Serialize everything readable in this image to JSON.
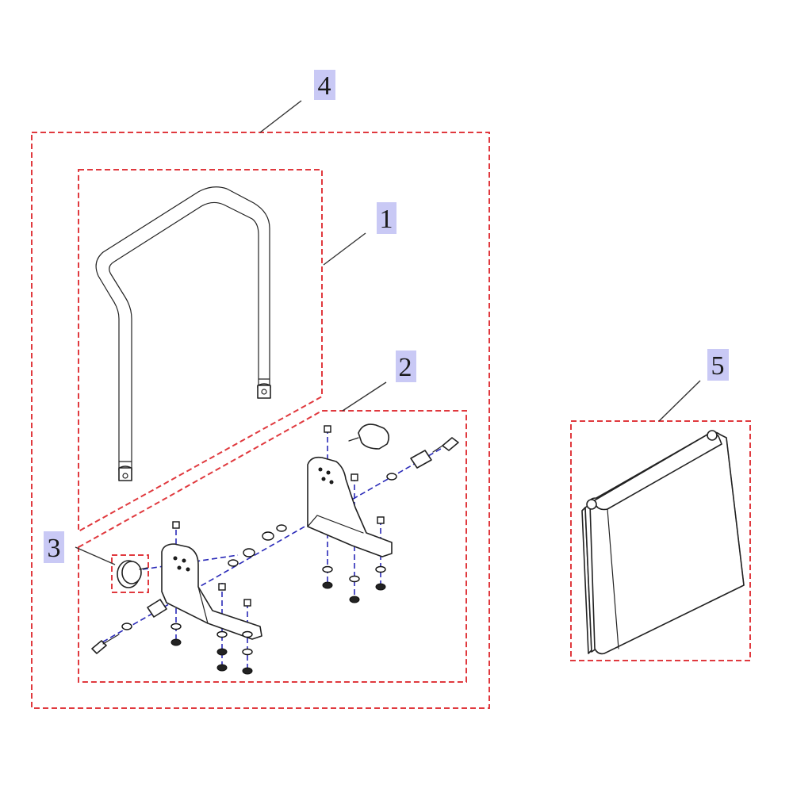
{
  "diagram": {
    "callouts": [
      {
        "id": "4",
        "label": "4"
      },
      {
        "id": "1",
        "label": "1"
      },
      {
        "id": "2",
        "label": "2"
      },
      {
        "id": "3",
        "label": "3"
      },
      {
        "id": "5",
        "label": "5"
      }
    ],
    "colors": {
      "frame": "#e0393e",
      "callout_background": "#c9c9f5",
      "assembly_axis": "#2a2ab8",
      "linework": "#222222"
    }
  }
}
